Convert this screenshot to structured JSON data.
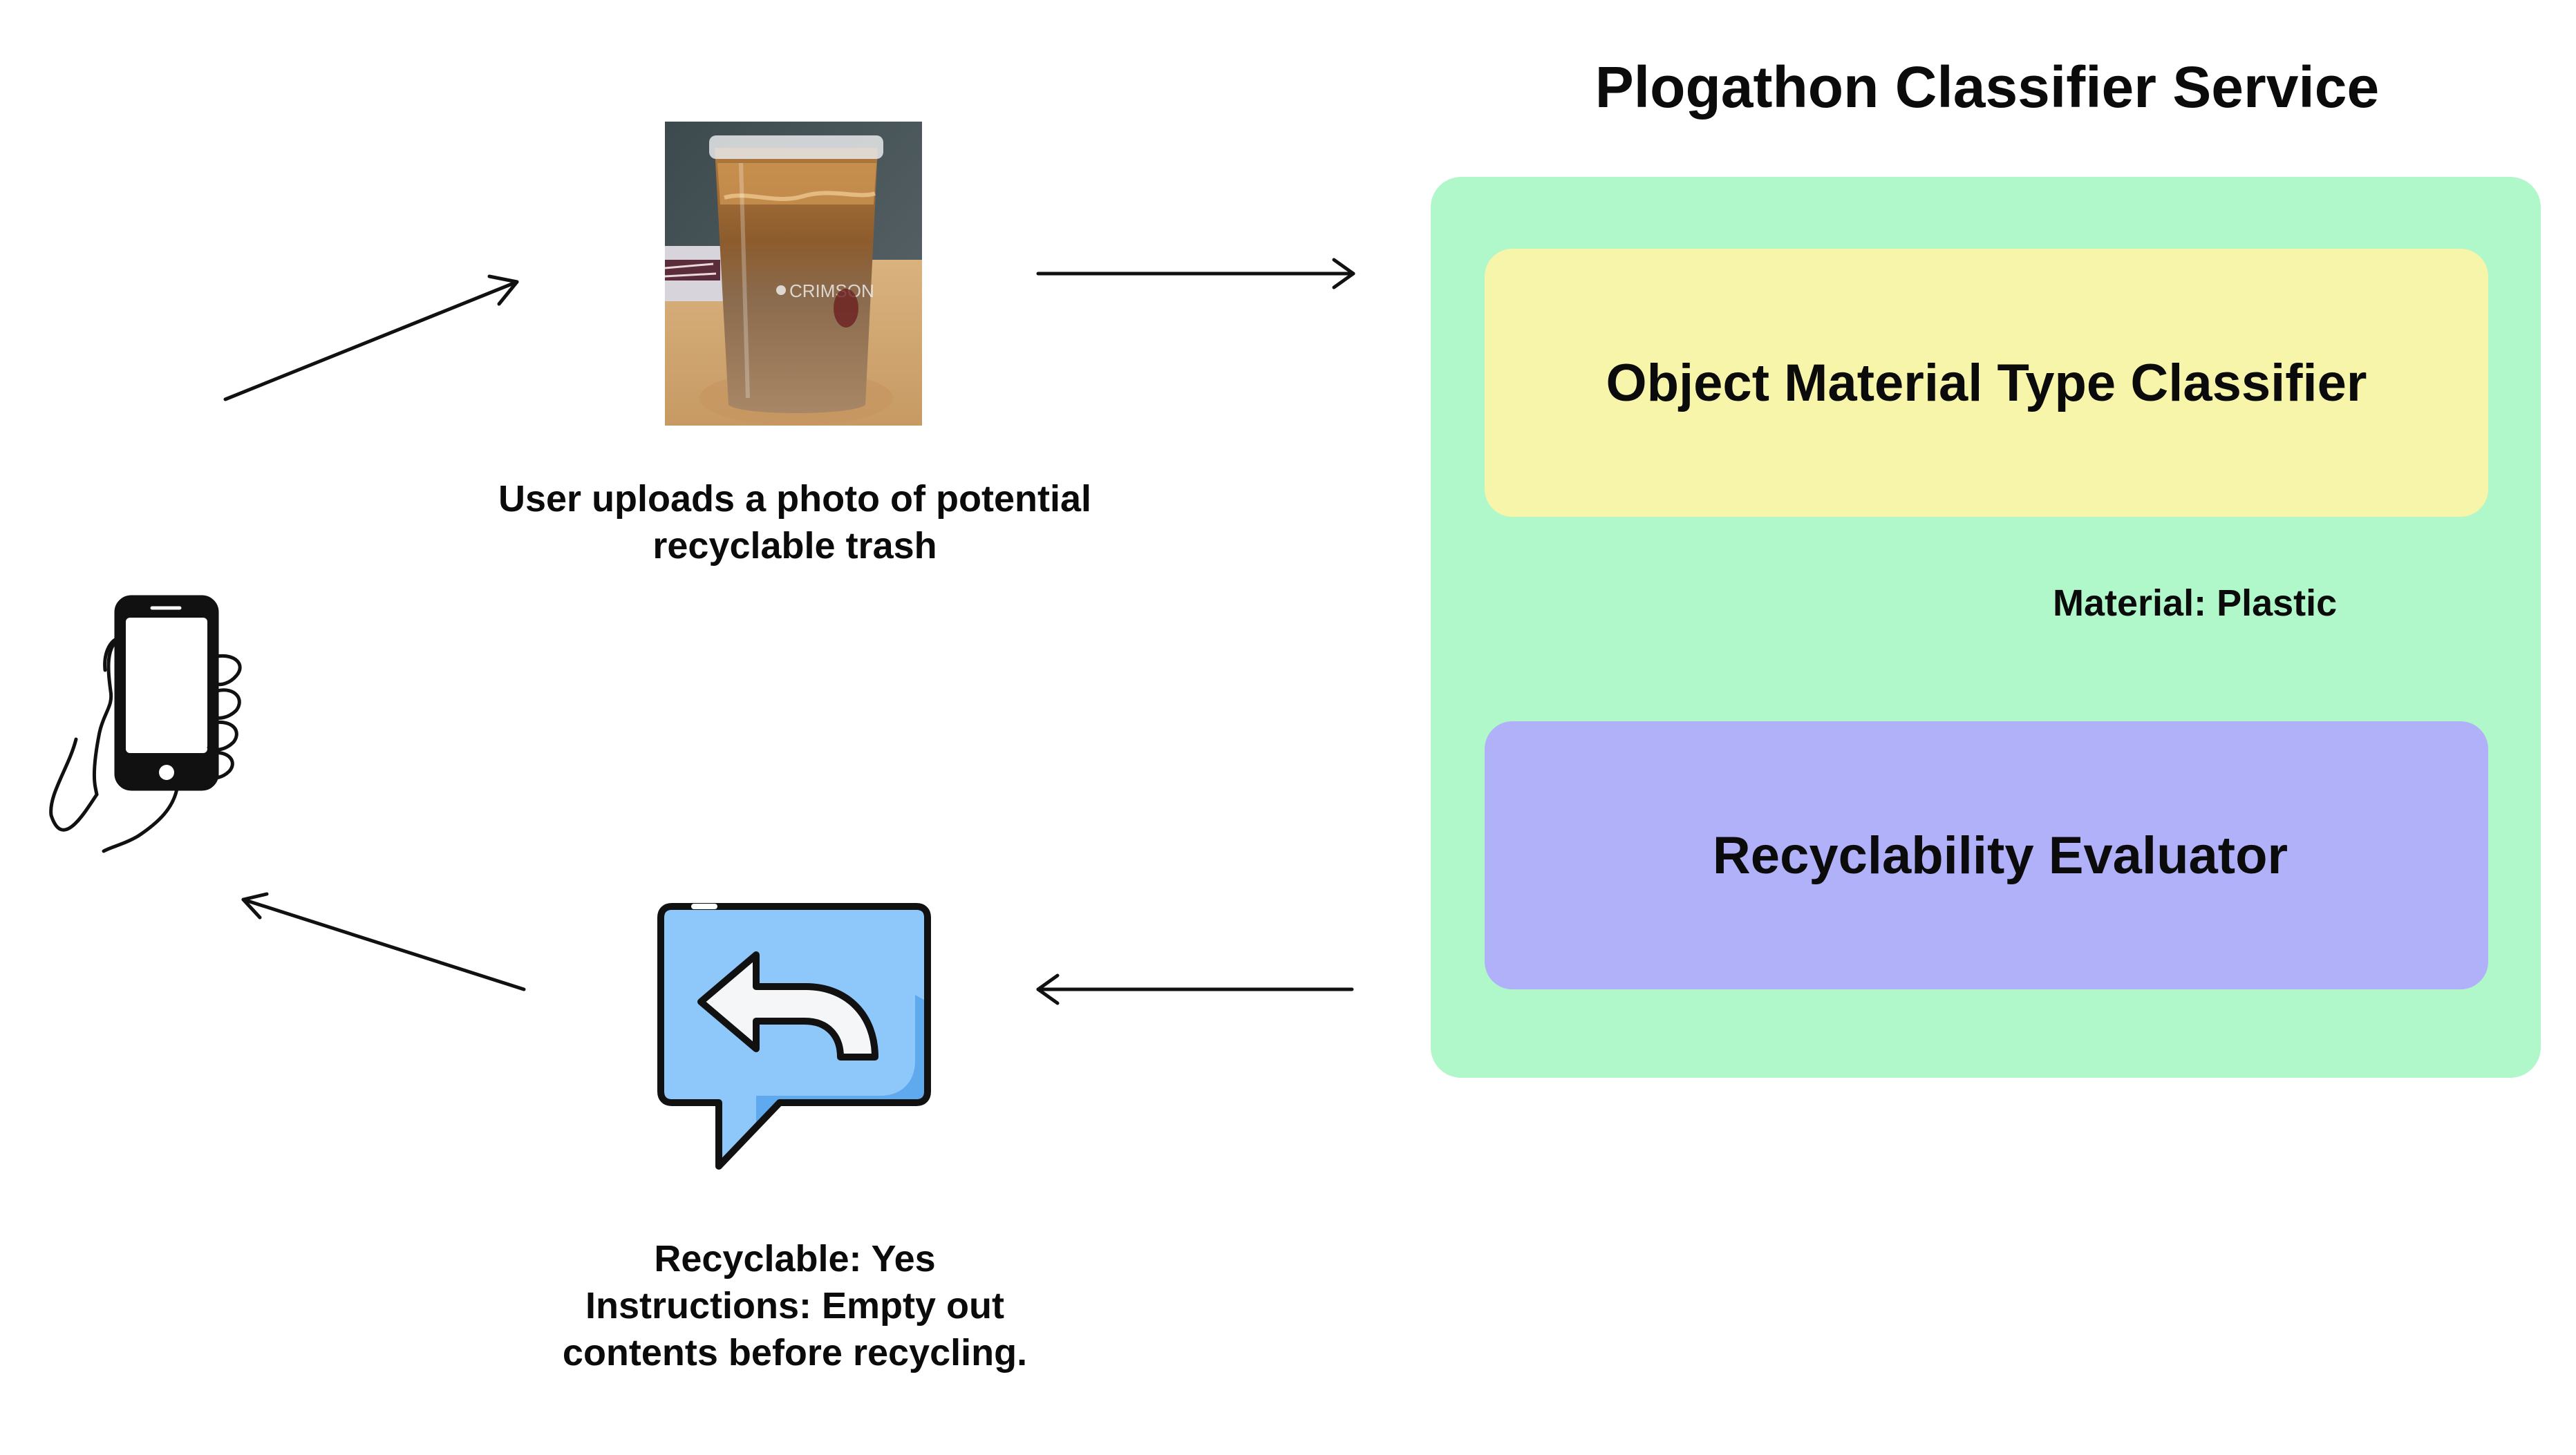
{
  "service": {
    "title": "Plogathon Classifier Service",
    "classifier_label": "Object Material Type Classifier",
    "evaluator_label": "Recyclability Evaluator",
    "flow_label": "Material: Plastic"
  },
  "upload": {
    "caption": "User uploads a photo of potential recyclable trash",
    "photo_cup_text": "CRIMSON"
  },
  "result": {
    "lines": [
      "Recyclable: Yes",
      "Instructions: Empty out",
      "contents before recycling."
    ]
  },
  "icons": {
    "phone": "hand-holding-phone-icon",
    "reply": "reply-speech-bubble-icon"
  },
  "colors": {
    "service_bg": "#b0f7ca",
    "classifier_bg": "#f7f5aa",
    "evaluator_bg": "#b0b1f8",
    "bubble_fill": "#8ec8fb",
    "bubble_shade": "#5fa9ef"
  }
}
